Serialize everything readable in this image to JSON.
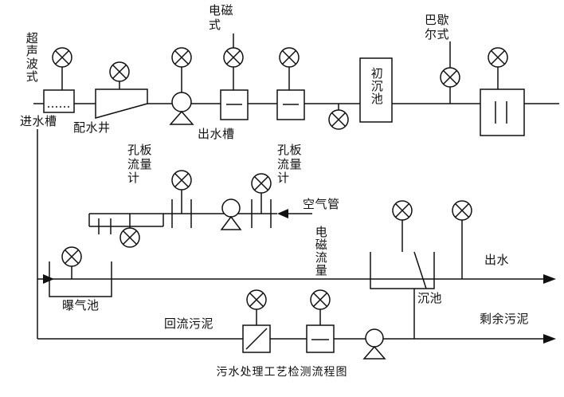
{
  "diagram": {
    "caption": "污水处理工艺检测流程图",
    "labels": {
      "ultrasonic_type": "超声波式",
      "inlet_channel": "进水槽",
      "distribution_well": "配水井",
      "electromagnetic_type": "电磁式",
      "outlet_channel": "出水槽",
      "primary_settling_tank": "初沉池",
      "parshall_type": "巴歇尔式",
      "orifice_flowmeter_left": "孔板流量计",
      "orifice_flowmeter_right": "孔板流量计",
      "air_pipe": "空气管",
      "electromagnetic_flow": "电磁流量",
      "aeration_tank": "曝气池",
      "settling_tank": "沉池",
      "effluent": "出水",
      "return_sludge": "回流污泥",
      "excess_sludge": "剩余污泥"
    }
  }
}
